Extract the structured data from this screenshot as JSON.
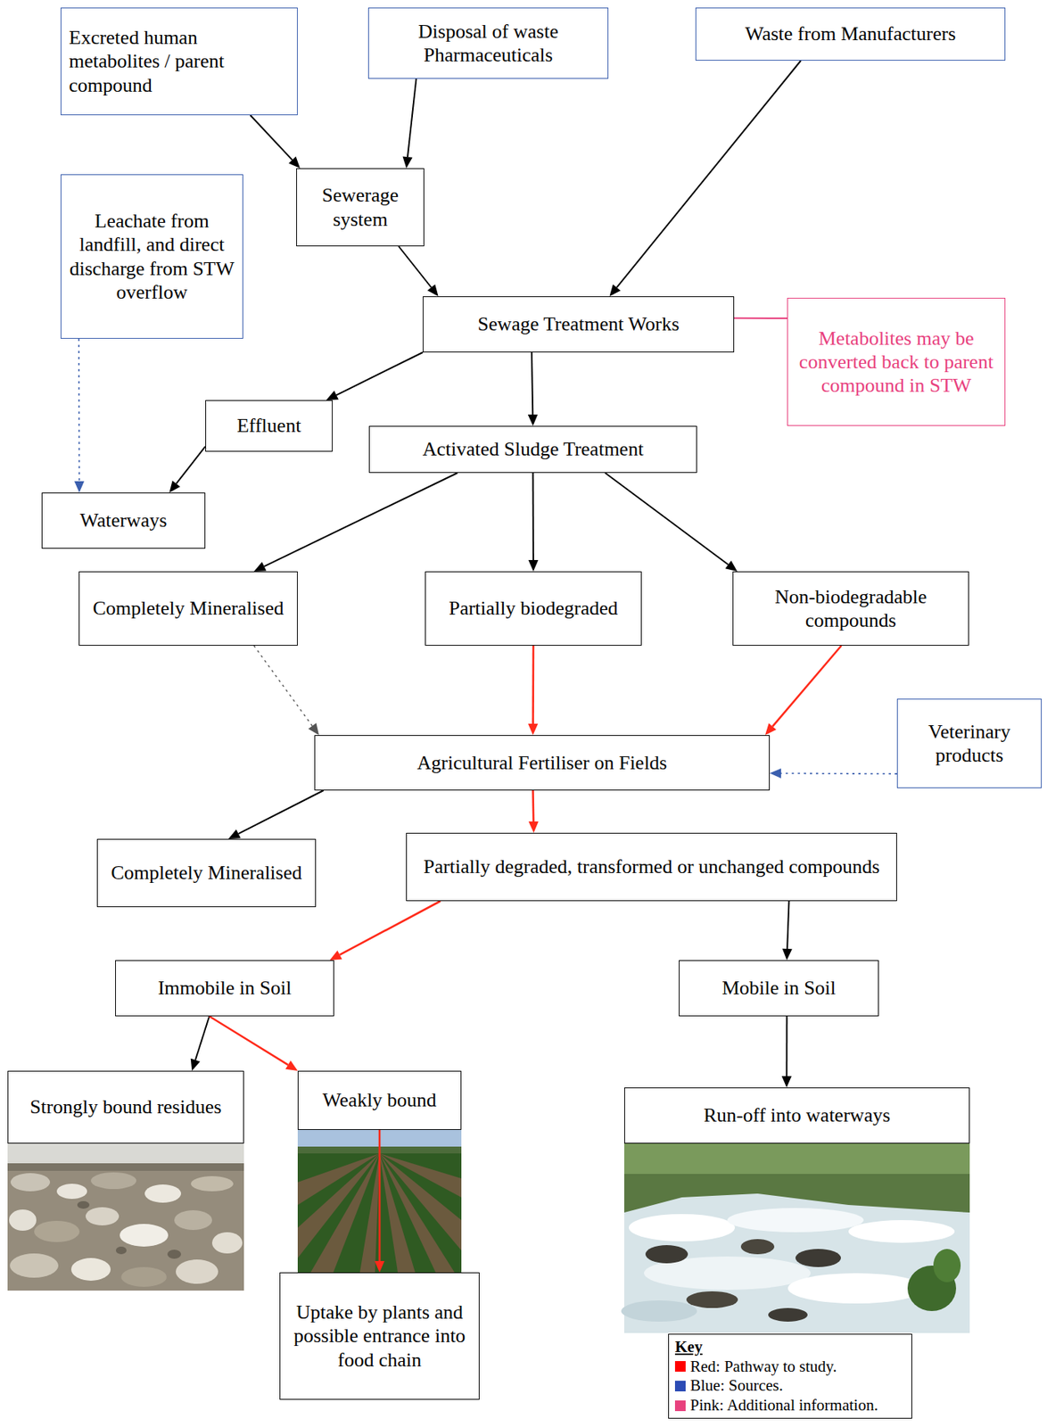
{
  "diagram": {
    "nodes": [
      {
        "text": [
          "Excreted human metabolites / parent compound"
        ]
      },
      {
        "text": [
          "Disposal of waste Pharmaceuticals"
        ]
      },
      {
        "text": [
          "Waste from Manufacturers"
        ]
      },
      {
        "text": [
          "Leachate from landfill, and direct discharge from STW overflow"
        ]
      },
      {
        "text": [
          "Sewerage system"
        ]
      },
      {
        "text": [
          "Sewage Treatment Works"
        ]
      },
      {
        "text": [
          "Metabolites may be converted back to parent compound in STW"
        ]
      },
      {
        "text": [
          "Effluent"
        ]
      },
      {
        "text": [
          "Activated Sludge Treatment"
        ]
      },
      {
        "text": [
          "Waterways"
        ]
      },
      {
        "text": [
          "Completely Mineralised"
        ]
      },
      {
        "text": [
          "Partially biodegraded"
        ]
      },
      {
        "text": [
          "Non-biodegradable compounds"
        ]
      },
      {
        "text": [
          "Veterinary products"
        ]
      },
      {
        "text": [
          "Agricultural Fertiliser on Fields"
        ]
      },
      {
        "text": [
          "Completely Mineralised"
        ]
      },
      {
        "text": [
          "Partially degraded, transformed or unchanged compounds"
        ]
      },
      {
        "text": [
          "Immobile in Soil"
        ]
      },
      {
        "text": [
          "Mobile in Soil"
        ]
      },
      {
        "text": [
          "Strongly bound residues"
        ]
      },
      {
        "text": [
          "Weakly bound"
        ]
      },
      {
        "text": [
          "Run-off into waterways"
        ]
      },
      {
        "text": [
          "Uptake by plants and possible entrance into food chain"
        ]
      }
    ],
    "edges": [
      {
        "from": 0,
        "to": 4,
        "arrow": "to"
      },
      {
        "from": 1,
        "to": 4,
        "arrow": "to"
      },
      {
        "from": 2,
        "to": 5,
        "arrow": "to"
      },
      {
        "from": 4,
        "to": 5,
        "arrow": "to"
      },
      {
        "from": 3,
        "to": 9,
        "arrow": "to"
      },
      {
        "from": 5,
        "to": 7,
        "arrow": "to"
      },
      {
        "from": 5,
        "to": 8,
        "arrow": "to"
      },
      {
        "from": 5,
        "to": 6,
        "arrow": "none"
      },
      {
        "from": 7,
        "to": 9,
        "arrow": "to"
      },
      {
        "from": 8,
        "to": 10,
        "arrow": "to"
      },
      {
        "from": 8,
        "to": 11,
        "arrow": "to"
      },
      {
        "from": 8,
        "to": 12,
        "arrow": "to"
      },
      {
        "from": 10,
        "to": 14,
        "arrow": "to"
      },
      {
        "from": 11,
        "to": 14,
        "arrow": "to"
      },
      {
        "from": 12,
        "to": 14,
        "arrow": "to"
      },
      {
        "from": 13,
        "to": 14,
        "arrow": "to"
      },
      {
        "from": 14,
        "to": 15,
        "arrow": "to"
      },
      {
        "from": 14,
        "to": 16,
        "arrow": "to"
      },
      {
        "from": 16,
        "to": 17,
        "arrow": "to"
      },
      {
        "from": 16,
        "to": 18,
        "arrow": "to"
      },
      {
        "from": 17,
        "to": 19,
        "arrow": "to"
      },
      {
        "from": 17,
        "to": 20,
        "arrow": "to"
      },
      {
        "from": 20,
        "to": 22,
        "arrow": "to"
      },
      {
        "from": 18,
        "to": 21,
        "arrow": "to"
      }
    ],
    "labels": [
      "Key"
    ],
    "legend": [
      {
        "text": "Red: Pathway to study.",
        "color": "#ff0000"
      },
      {
        "text": "Blue: Sources.",
        "color": "#2b4bb5"
      },
      {
        "text": "Pink: Additional information.",
        "color": "#e8417e"
      }
    ]
  }
}
